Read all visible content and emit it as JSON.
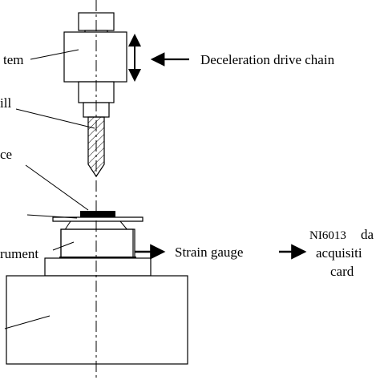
{
  "labels": {
    "system": "tem",
    "drill": "ill",
    "workpiece": "ce",
    "instrument": "rument",
    "strain_gauge": "Strain gauge",
    "deceleration": "Deceleration drive chain",
    "daq_prefix": "NI6013",
    "daq_line1_suffix": "da",
    "daq_line2": "acquisiti",
    "daq_line3": "card"
  },
  "colors": {
    "line": "#000000",
    "background": "#ffffff"
  }
}
